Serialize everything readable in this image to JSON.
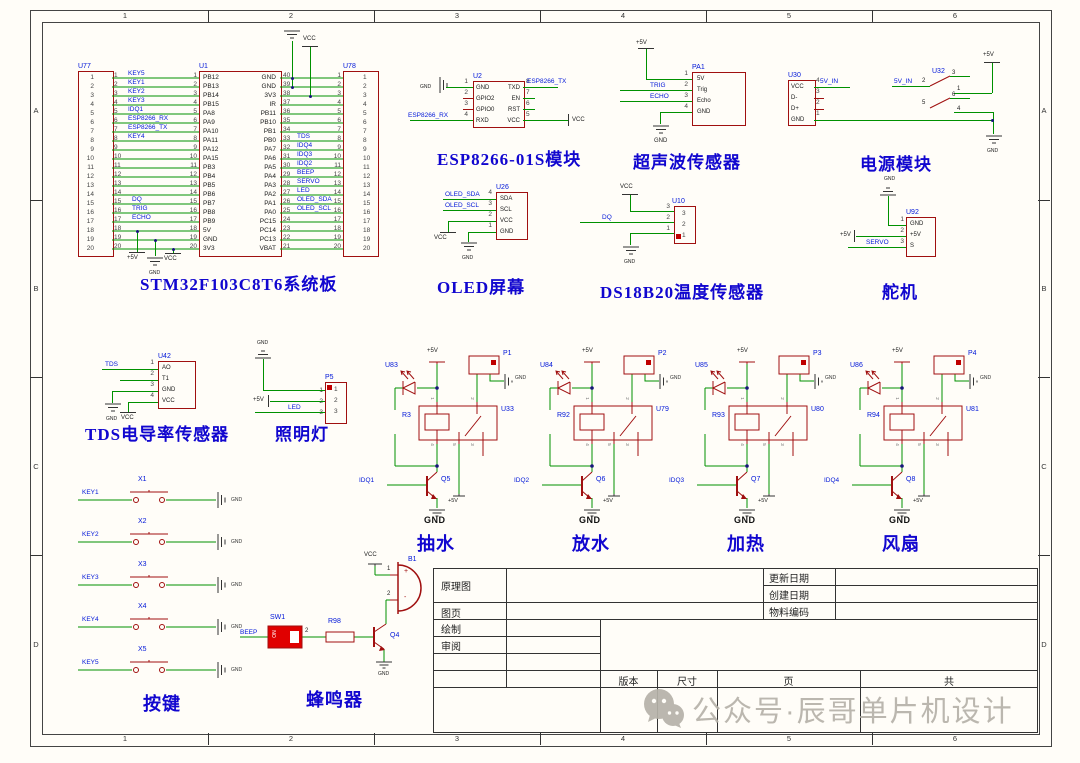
{
  "frame": {
    "columns": [
      "1",
      "2",
      "3",
      "4",
      "5",
      "6"
    ],
    "rows": [
      "A",
      "B",
      "C",
      "D"
    ]
  },
  "colors": {
    "wire": "#009100",
    "component": "#a01010",
    "net_label": "#0016d8",
    "title": "#1106cf",
    "switch_fill": "#e00000",
    "watermark": "#b6b2a9"
  },
  "stm32": {
    "title": "STM32F103C8T6系统板",
    "u77_ref": "U77",
    "u1_ref": "U1",
    "u78_ref": "U78",
    "pins20": "1\n2\n3\n4\n5\n6\n7\n8\n9\n10\n11\n12\n13\n14\n15\n16\n17\n18\n19\n20",
    "u1_left_names": "PB12\nPB13\nPB14\nPB15\nPA8\nPA9\nPA10\nPA11\nPA12\nPA15\nPB3\nPB4\nPB5\nPB6\nPB7\nPB8\nPB9\n5V\nGND\n3V3",
    "u1_right_names": "GND\nGND\n3V3\nIR\nPB11\nPB10\nPB1\nPB0\nPA7\nPA6\nPA5\nPA4\nPA3\nPA2\nPA1\nPA0\nPC15\nPC14\nPC13\nVBAT",
    "u1_right_numbers": "40\n39\n38\n37\n36\n35\n34\n33\n32\n31\n30\n29\n28\n27\n26\n25\n24\n23\n22\n21",
    "left_nets": [
      "KEY5",
      "KEY1",
      "KEY2",
      "KEY3",
      "IDQ1",
      "ESP8266_RX",
      "ESP8266_TX",
      "KEY4"
    ],
    "left_nets_lower": [
      "DQ",
      "TRIG",
      "ECHO"
    ],
    "right_nets": [
      "TDS",
      "IDQ4",
      "IDQ3",
      "IDQ2",
      "BEEP",
      "SERVO",
      "LED",
      "OLED_SDA",
      "OLED_SCL"
    ],
    "vcc_top": "VCC",
    "p5v_bot": "+5V",
    "gnd_bot": "GND",
    "vcc_bot": "VCC"
  },
  "esp8266": {
    "title": "ESP8266-01S模块",
    "ref": "U2",
    "left_names": "GND\nGPIO2\nGPIO0\nRXD",
    "left_numbers": "1\n2\n3\n4",
    "right_names": "TXD\nEN\nRST\nVCC",
    "right_numbers": "8\n7\n6\n5",
    "net_tx": "ESP8266_TX",
    "net_rx": "ESP8266_RX",
    "gnd": "GND",
    "vcc": "VCC"
  },
  "ultrasonic": {
    "title": "超声波传感器",
    "ref": "PA1",
    "names": "5V\nTrig\nEcho\nGND",
    "numbers": "1\n2\n3\n4",
    "net_trig": "TRIG",
    "net_echo": "ECHO",
    "p5v": "+5V",
    "gnd": "GND"
  },
  "power_module": {
    "title": "电源模块",
    "u30": {
      "ref": "U30",
      "names": "VCC\nD-\nD+\nGND",
      "numbers": "4\n3\n2\n1",
      "net": "5V_IN"
    },
    "switch": {
      "ref": "U32",
      "net": "5V_IN",
      "pin2": "2",
      "pin5": "5",
      "pin3": "3",
      "pin1": "1",
      "pin6": "6",
      "pin4": "4"
    },
    "p5v": "+5V",
    "gnd": "GND"
  },
  "oled": {
    "title": "OLED屏幕",
    "ref": "U26",
    "names": "SDA\nSCL\nVCC\nGND",
    "numbers": "4\n3\n2\n1",
    "net_sda": "OLED_SDA",
    "net_scl": "OLED_SCL",
    "vcc": "VCC",
    "gnd": "GND"
  },
  "ds18b20": {
    "title": "DS18B20温度传感器",
    "ref": "U10",
    "inner_numbers": "3\n2\n1",
    "numbers": "3\n2\n1",
    "net": "DQ",
    "vcc": "VCC",
    "gnd": "GND"
  },
  "servo": {
    "title": "舵机",
    "ref": "U92",
    "names": "GND\n+5V\nS",
    "numbers": "1\n2\n3",
    "net": "SERVO",
    "p5v": "+5V",
    "gnd": "GND"
  },
  "tds": {
    "title": "TDS电导率传感器",
    "ref": "U42",
    "names": "AO\nT1\nGND\nVCC",
    "numbers": "1\n2\n3\n4",
    "net": "TDS",
    "vcc": "VCC",
    "gnd": "GND"
  },
  "lamp": {
    "title": "照明灯",
    "ref": "P5",
    "inner_numbers": "1\n2\n3",
    "numbers": "1\n2\n3",
    "net": "LED",
    "p5v": "+5V",
    "gnd": "GND"
  },
  "relay_pin_digits": [
    "1",
    "2",
    "4",
    "5",
    "3"
  ],
  "relays": [
    {
      "title": "抽水",
      "led_ref": "U83",
      "res_ref": "R3",
      "relay_ref": "U33",
      "conn_ref": "P1",
      "q_ref": "Q5",
      "net": "IDQ1",
      "p5v_top": "+5V",
      "p5v_bot": "+5V",
      "gnd_side": "GND",
      "gnd_bot": "GND"
    },
    {
      "title": "放水",
      "led_ref": "U84",
      "res_ref": "R92",
      "relay_ref": "U79",
      "conn_ref": "P2",
      "q_ref": "Q6",
      "net": "IDQ2",
      "p5v_top": "+5V",
      "p5v_bot": "+5V",
      "gnd_side": "GND",
      "gnd_bot": "GND"
    },
    {
      "title": "加热",
      "led_ref": "U85",
      "res_ref": "R93",
      "relay_ref": "U80",
      "conn_ref": "P3",
      "q_ref": "Q7",
      "net": "IDQ3",
      "p5v_top": "+5V",
      "p5v_bot": "+5V",
      "gnd_side": "GND",
      "gnd_bot": "GND"
    },
    {
      "title": "风扇",
      "led_ref": "U86",
      "res_ref": "R94",
      "relay_ref": "U81",
      "conn_ref": "P4",
      "q_ref": "Q8",
      "net": "IDQ4",
      "p5v_top": "+5V",
      "p5v_bot": "+5V",
      "gnd_side": "GND",
      "gnd_bot": "GND"
    }
  ],
  "keys": {
    "title": "按键",
    "items": [
      {
        "net": "KEY1",
        "ref": "X1",
        "gnd": "GND"
      },
      {
        "net": "KEY2",
        "ref": "X2",
        "gnd": "GND"
      },
      {
        "net": "KEY3",
        "ref": "X3",
        "gnd": "GND"
      },
      {
        "net": "KEY4",
        "ref": "X4",
        "gnd": "GND"
      },
      {
        "net": "KEY5",
        "ref": "X5",
        "gnd": "GND"
      }
    ]
  },
  "buzzer": {
    "title": "蜂鸣器",
    "net": "BEEP",
    "sw_ref": "SW1",
    "sw_on": "ON",
    "sw_pin": "2",
    "res_ref": "R98",
    "q_ref": "Q4",
    "buz_ref": "B1",
    "pin1": "1",
    "pin2": "2",
    "plus": "+",
    "minus": "-",
    "vcc": "VCC",
    "gnd": "GND"
  },
  "title_block": {
    "schematic": "原理图",
    "sheet": "图页",
    "drawn": "绘制",
    "reviewed": "审阅",
    "update_date": "更新日期",
    "create_date": "创建日期",
    "material_code": "物料编码",
    "version": "版本",
    "size": "尺寸",
    "page": "页",
    "total": "共"
  },
  "watermark": {
    "text": "公众号·辰哥单片机设计"
  }
}
